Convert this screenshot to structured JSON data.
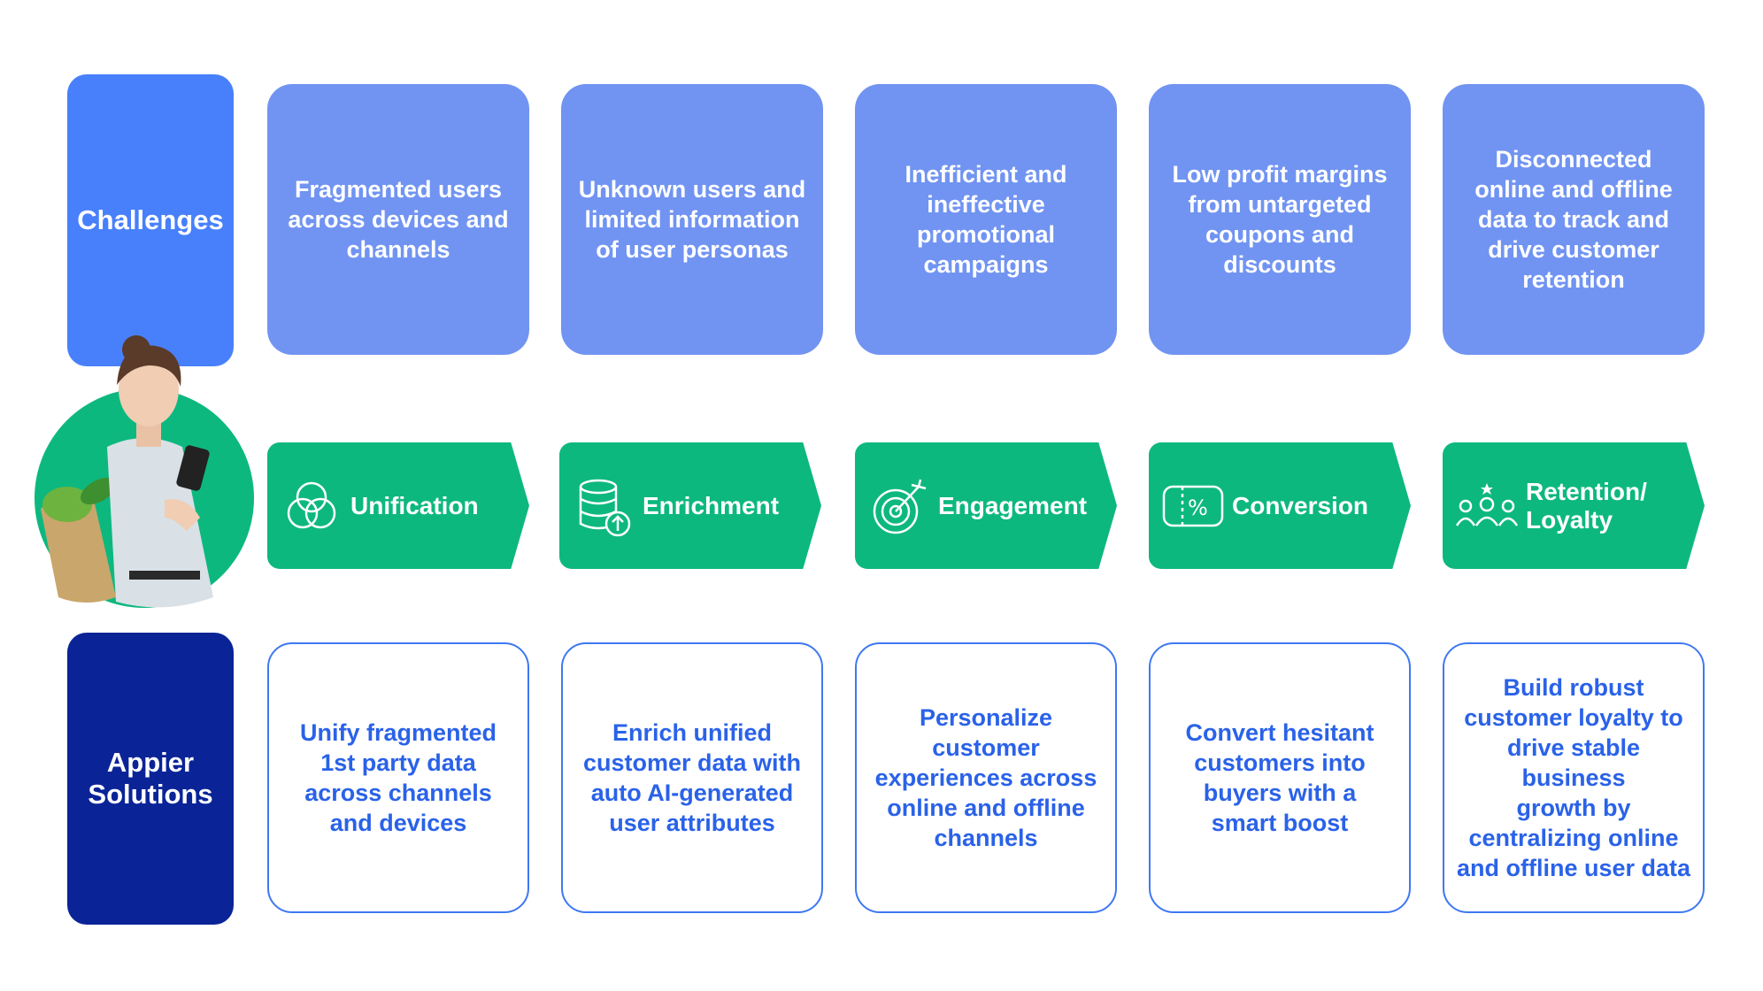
{
  "rows": {
    "challenges_label": "Challenges",
    "solutions_label": "Appier\nSolutions"
  },
  "challenges": [
    "Fragmented users\nacross devices and\nchannels",
    "Unknown users and\nlimited information\nof user personas",
    "Inefficient and\nineffective\npromotional\ncampaigns",
    "Low profit margins\nfrom untargeted\ncoupons and\ndiscounts",
    "Disconnected\nonline and offline\ndata to track and\ndrive customer\nretention"
  ],
  "stages": [
    {
      "label": "Unification",
      "icon": "overlapping-circles-icon"
    },
    {
      "label": "Enrichment",
      "icon": "database-upload-icon"
    },
    {
      "label": "Engagement",
      "icon": "target-arrow-icon"
    },
    {
      "label": "Conversion",
      "icon": "percent-coupon-icon"
    },
    {
      "label": "Retention/\nLoyalty",
      "icon": "people-group-icon"
    }
  ],
  "solutions": [
    "Unify fragmented\n1st party data\nacross channels\nand devices",
    "Enrich unified\ncustomer data with\nauto AI-generated\nuser attributes",
    "Personalize\ncustomer\nexperiences across\nonline and offline\nchannels",
    "Convert hesitant\ncustomers into\nbuyers with a\nsmart boost",
    "Build robust\ncustomer loyalty to\ndrive stable business\ngrowth by\ncentralizing online\nand offline user data"
  ],
  "colors": {
    "challenge_header": "#4880fb",
    "challenge_card": "#7194f2",
    "stage_green": "#0db87f",
    "solution_header": "#0a2497",
    "solution_text": "#2a62e8",
    "solution_border": "#3f78f2"
  }
}
